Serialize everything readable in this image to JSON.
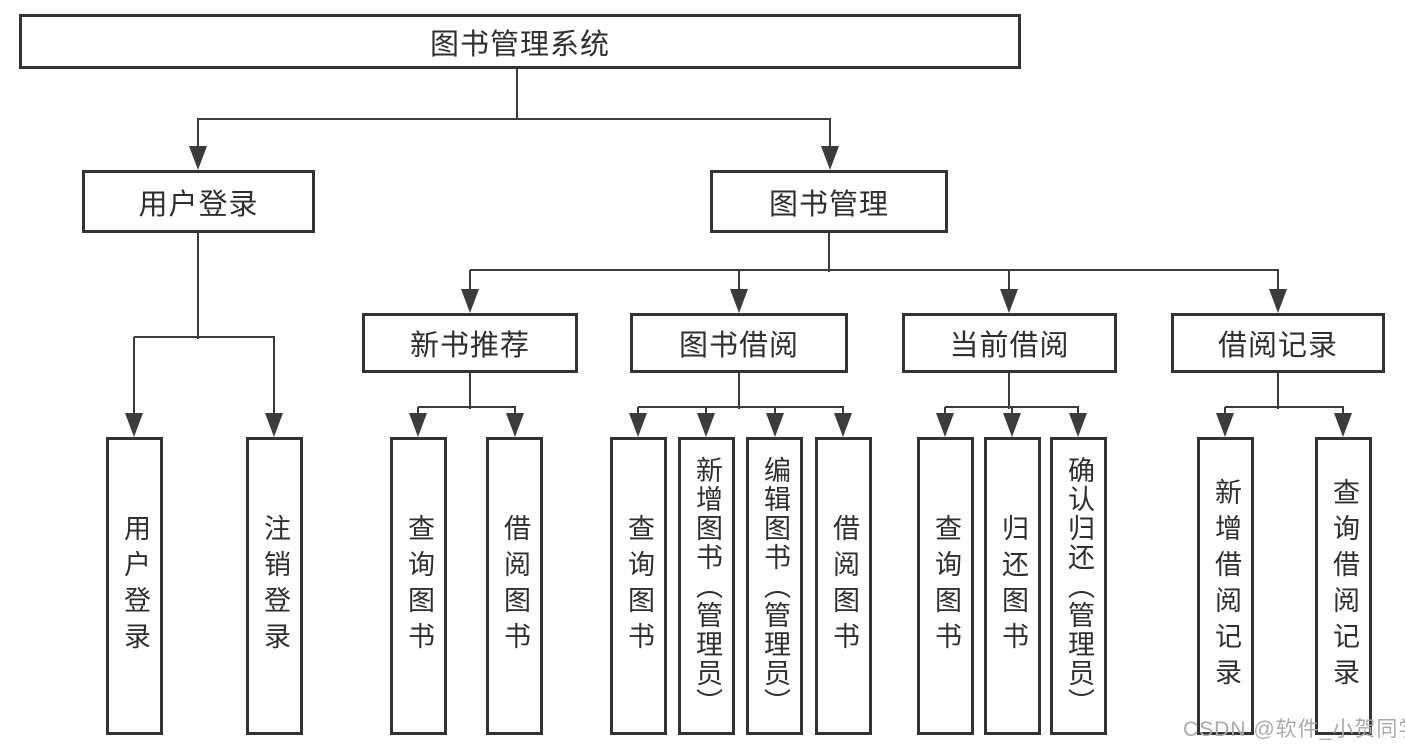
{
  "diagram": {
    "root": {
      "label": "图书管理系统"
    },
    "level2": [
      {
        "label": "用户登录"
      },
      {
        "label": "图书管理"
      }
    ],
    "level3": [
      {
        "label": "新书推荐"
      },
      {
        "label": "图书借阅"
      },
      {
        "label": "当前借阅"
      },
      {
        "label": "借阅记录"
      }
    ],
    "leaves": {
      "user_login": [
        {
          "label": "用户登录"
        },
        {
          "label": "注销登录"
        }
      ],
      "new_book": [
        {
          "label": "查询图书"
        },
        {
          "label": "借阅图书"
        }
      ],
      "book_borrow": [
        {
          "label": "查询图书"
        },
        {
          "label": "新增图书（管理员）"
        },
        {
          "label": "编辑图书（管理员）"
        },
        {
          "label": "借阅图书"
        }
      ],
      "current_borrow": [
        {
          "label": "查询图书"
        },
        {
          "label": "归还图书"
        },
        {
          "label": "确认归还（管理员）"
        }
      ],
      "borrow_records": [
        {
          "label": "新增借阅记录"
        },
        {
          "label": "查询借阅记录"
        }
      ]
    }
  },
  "watermark": {
    "text": "CSDN @软件_小贺同学"
  },
  "colors": {
    "line": "#3c3c3c",
    "box_border": "#333333",
    "text": "#2f2f2f",
    "background": "#ffffff",
    "watermark": "#ababab"
  }
}
